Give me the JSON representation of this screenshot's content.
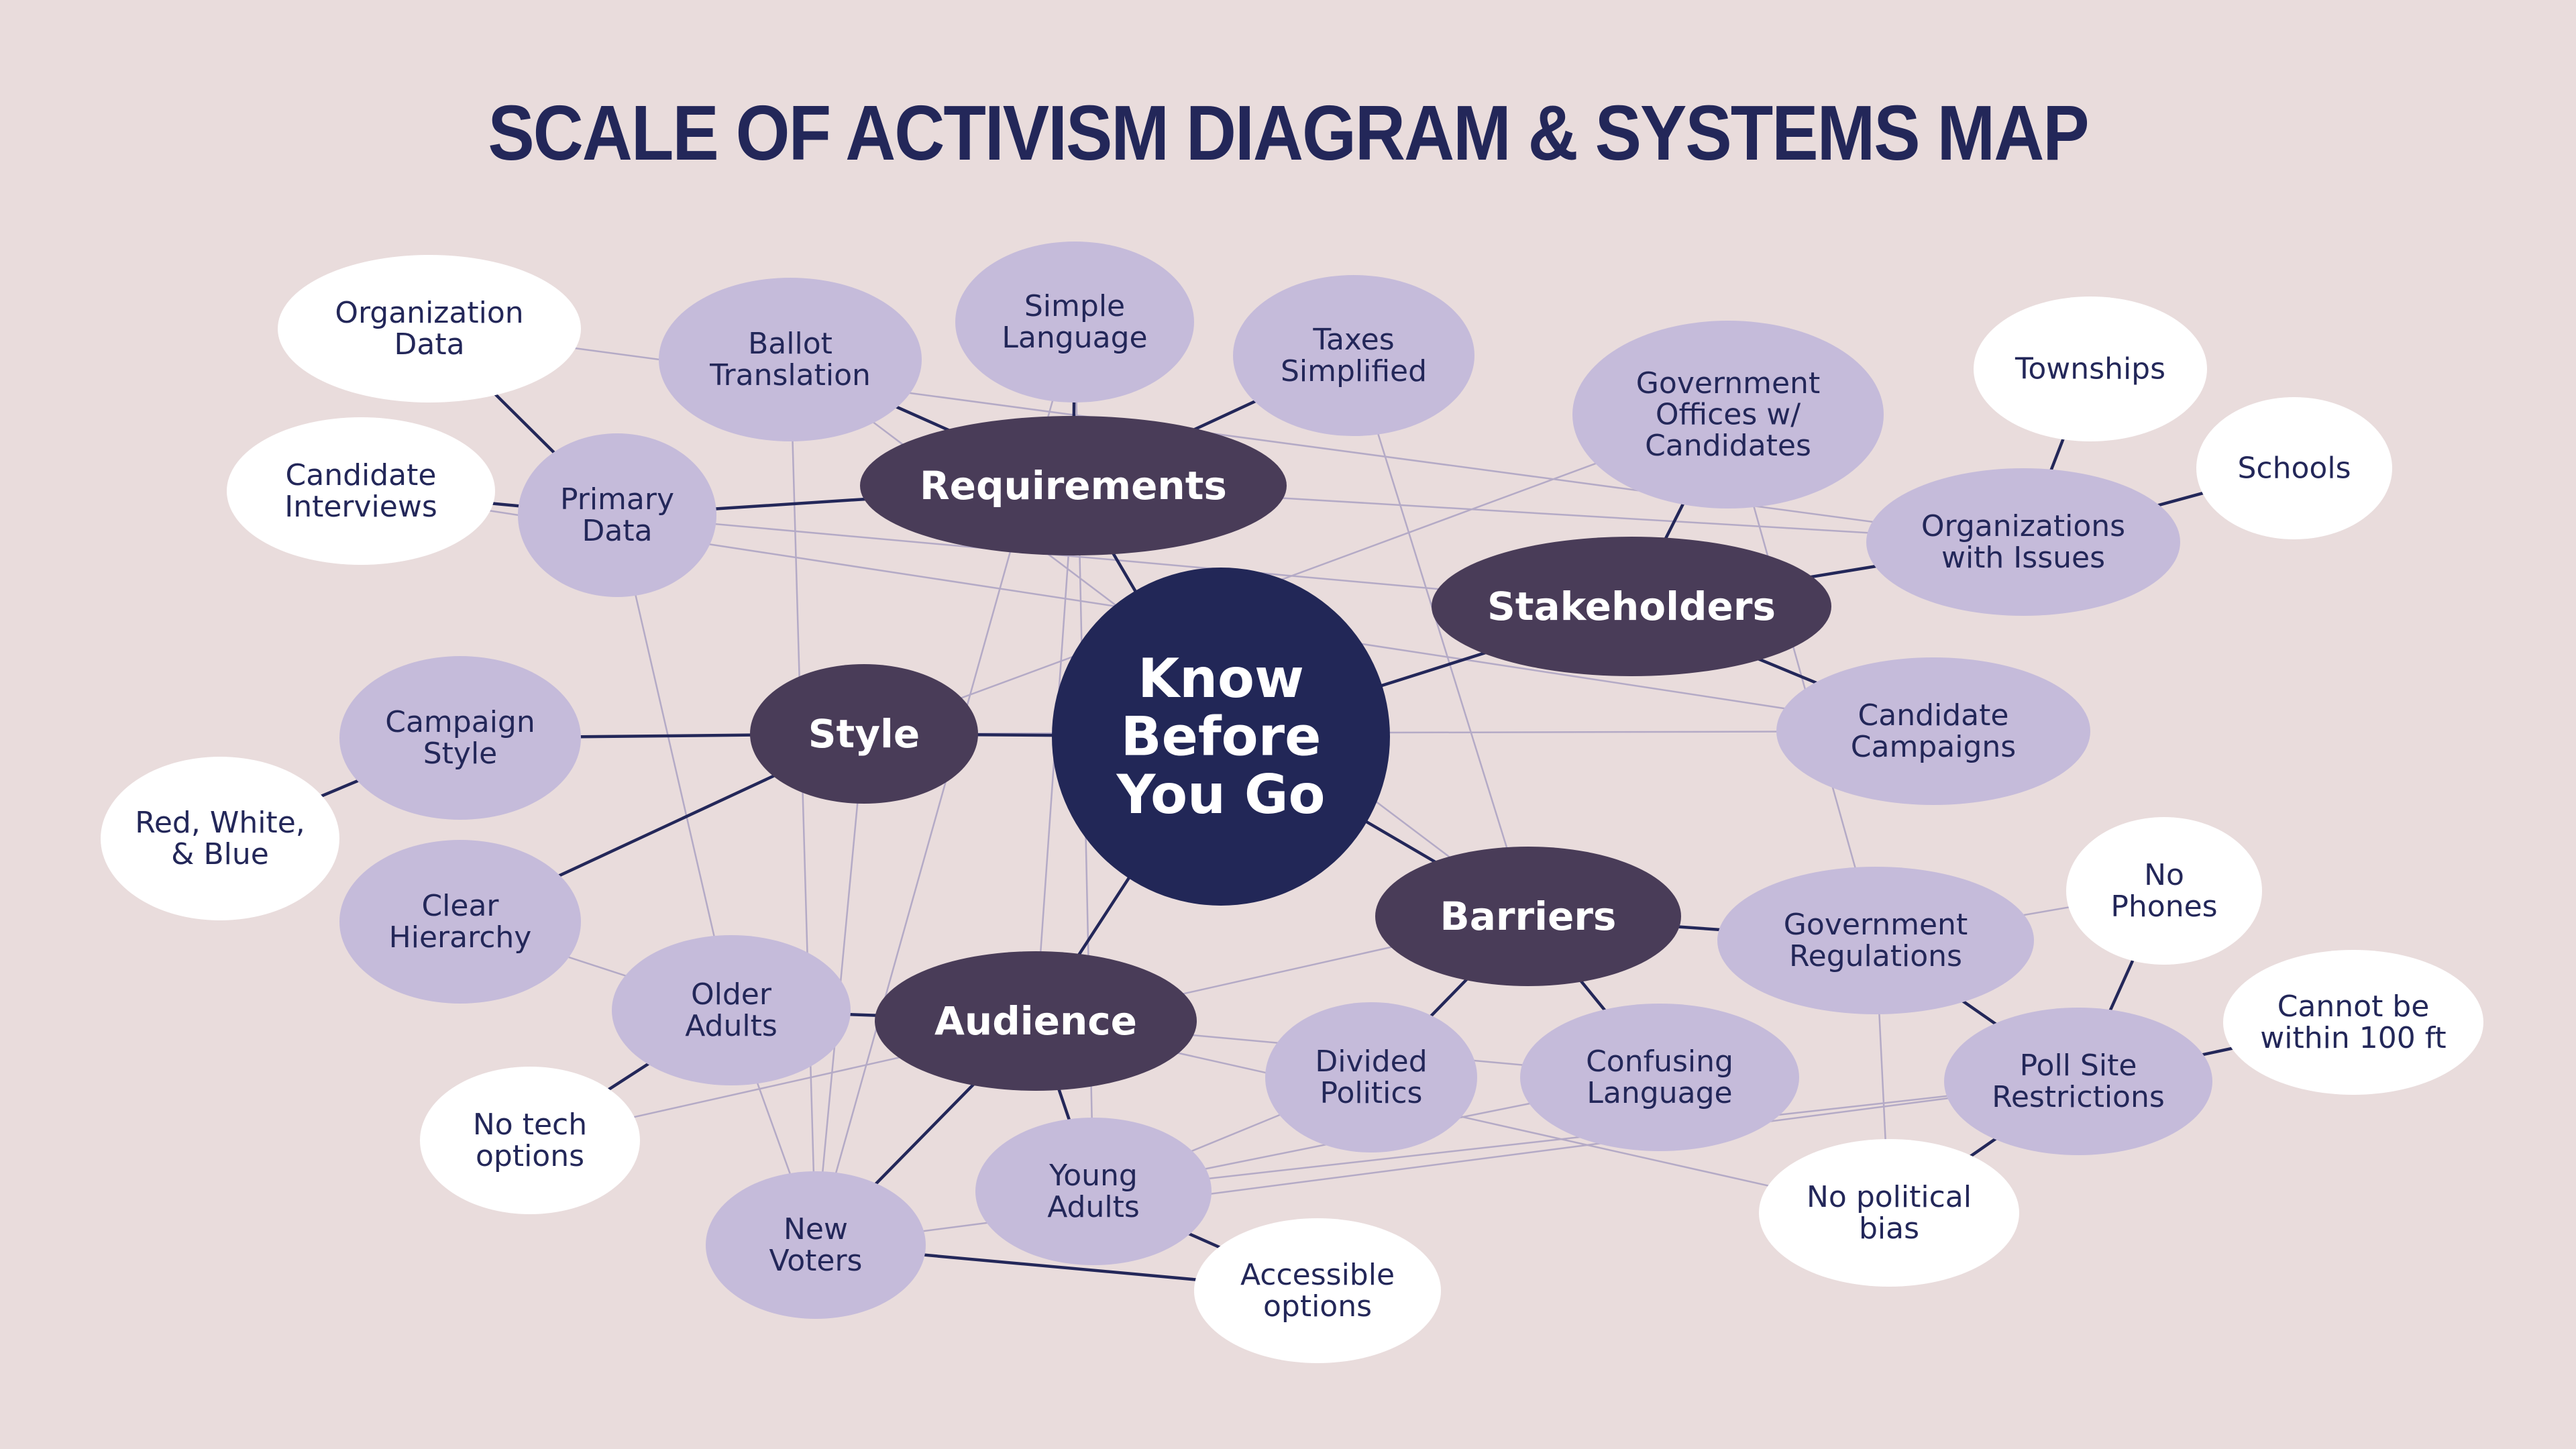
{
  "title": "SCALE OF ACTIVISM DIAGRAM & SYSTEMS MAP",
  "colors": {
    "background": "#e9dcdc",
    "title": "#232759",
    "center_fill": "#222757",
    "category_fill": "#493c58",
    "sub_fill": "#c5bbda",
    "leaf_fill": "#ffffff",
    "dark_text": "#232759",
    "light_text": "#ffffff",
    "strong_line": "#232759",
    "faint_line": "#b4aac6"
  },
  "center": {
    "label": [
      "Know",
      "Before",
      "You Go"
    ]
  },
  "categories": {
    "requirements": "Requirements",
    "stakeholders": "Stakeholders",
    "style": "Style",
    "barriers": "Barriers",
    "audience": "Audience"
  },
  "subtopics": {
    "ballot_translation": [
      "Ballot",
      "Translation"
    ],
    "simple_language": [
      "Simple",
      "Language"
    ],
    "taxes_simplified": [
      "Taxes",
      "Simplified"
    ],
    "primary_data": [
      "Primary",
      "Data"
    ],
    "gov_offices": [
      "Government",
      "Offices w/",
      "Candidates"
    ],
    "orgs_with_issues": [
      "Organizations",
      "with Issues"
    ],
    "candidate_campaigns": [
      "Candidate",
      "Campaigns"
    ],
    "campaign_style": [
      "Campaign",
      "Style"
    ],
    "clear_hierarchy": [
      "Clear",
      "Hierarchy"
    ],
    "older_adults": [
      "Older",
      "Adults"
    ],
    "new_voters": [
      "New",
      "Voters"
    ],
    "young_adults": [
      "Young",
      "Adults"
    ],
    "divided_politics": [
      "Divided",
      "Politics"
    ],
    "confusing_language": [
      "Confusing",
      "Language"
    ],
    "gov_regulations": [
      "Government",
      "Regulations"
    ],
    "poll_site_restrictions": [
      "Poll Site",
      "Restrictions"
    ]
  },
  "leaves": {
    "organization_data": [
      "Organization",
      "Data"
    ],
    "candidate_interviews": [
      "Candidate",
      "Interviews"
    ],
    "townships": [
      "Townships"
    ],
    "schools": [
      "Schools"
    ],
    "red_white_blue": [
      "Red, White,",
      "& Blue"
    ],
    "no_tech_options": [
      "No tech",
      "options"
    ],
    "accessible_options": [
      "Accessible",
      "options"
    ],
    "no_phones": [
      "No",
      "Phones"
    ],
    "within_100ft": [
      "Cannot be",
      "within 100 ft"
    ],
    "no_political_bias": [
      "No political",
      "bias"
    ]
  }
}
